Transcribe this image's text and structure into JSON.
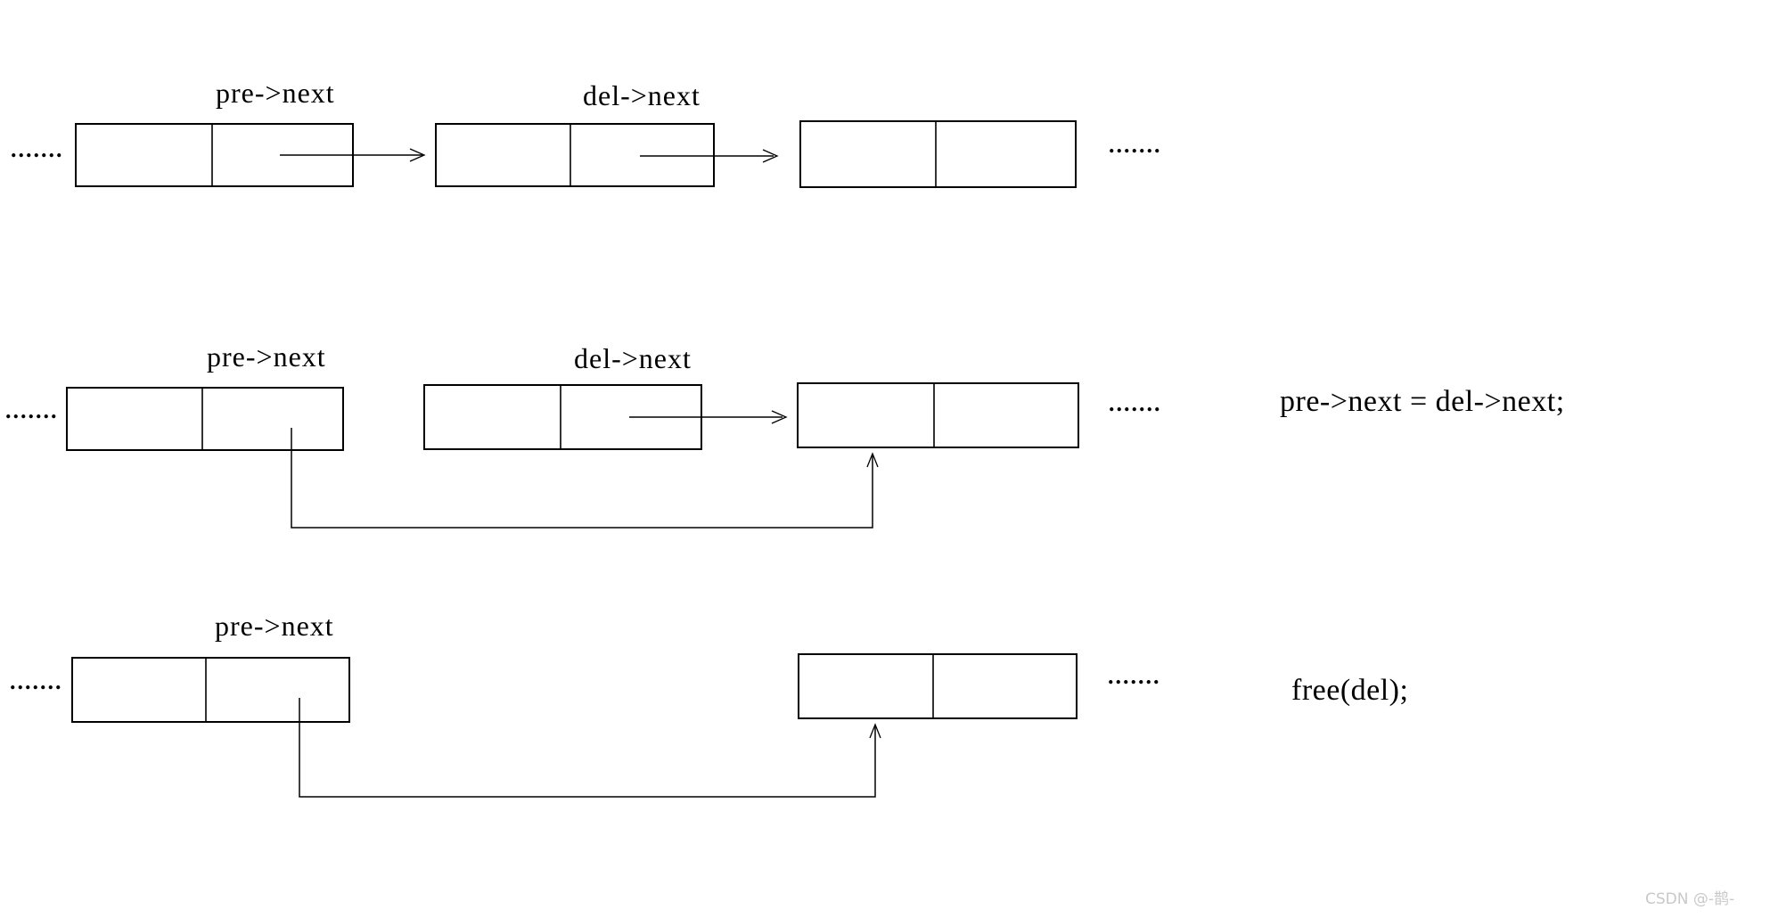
{
  "page": {
    "background": "#ffffff",
    "ink_color": "#000000",
    "watermark_color": "#c9c9c9"
  },
  "rows": [
    {
      "id": "step1-initial-list",
      "pre_label": "pre->next",
      "del_label": "del->next",
      "dots_left": ".......",
      "dots_right": ".......",
      "code": ""
    },
    {
      "id": "step2-relink-pointer",
      "pre_label": "pre->next",
      "del_label": "del->next",
      "dots_left": ".......",
      "dots_right": ".......",
      "code": "pre->next = del->next;"
    },
    {
      "id": "step3-free-node",
      "pre_label": "pre->next",
      "dots_left": ".......",
      "dots_right": ".......",
      "code": "free(del);"
    }
  ],
  "watermark": "CSDN @-鹊-"
}
